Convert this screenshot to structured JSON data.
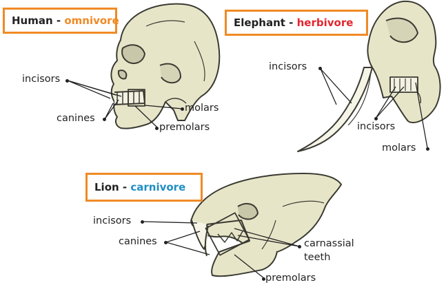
{
  "panels": {
    "human": {
      "title_name": "Human",
      "title_sep": " - ",
      "title_diet": "omnivore",
      "labels": {
        "incisors": "incisors",
        "canines": "canines",
        "molars": "molars",
        "premolars": "premolars"
      }
    },
    "elephant": {
      "title_name": "Elephant",
      "title_sep": " - ",
      "title_diet": "herbivore",
      "labels": {
        "incisors_top": "incisors",
        "incisors_bottom": "incisors",
        "molars": "molars"
      }
    },
    "lion": {
      "title_name": "Lion",
      "title_sep": " - ",
      "title_diet": "carnivore",
      "labels": {
        "incisors": "incisors",
        "canines": "canines",
        "carnassial_line1": "carnassial",
        "carnassial_line2": "teeth",
        "premolars": "premolars"
      }
    }
  },
  "colors": {
    "frame_orange": "#f08a24",
    "omnivore": "#f08a24",
    "herbivore": "#e3262f",
    "carnivore": "#1f8fc4",
    "bone_fill": "#e7e5c8",
    "bone_stroke": "#3a3a32",
    "text": "#222222"
  }
}
